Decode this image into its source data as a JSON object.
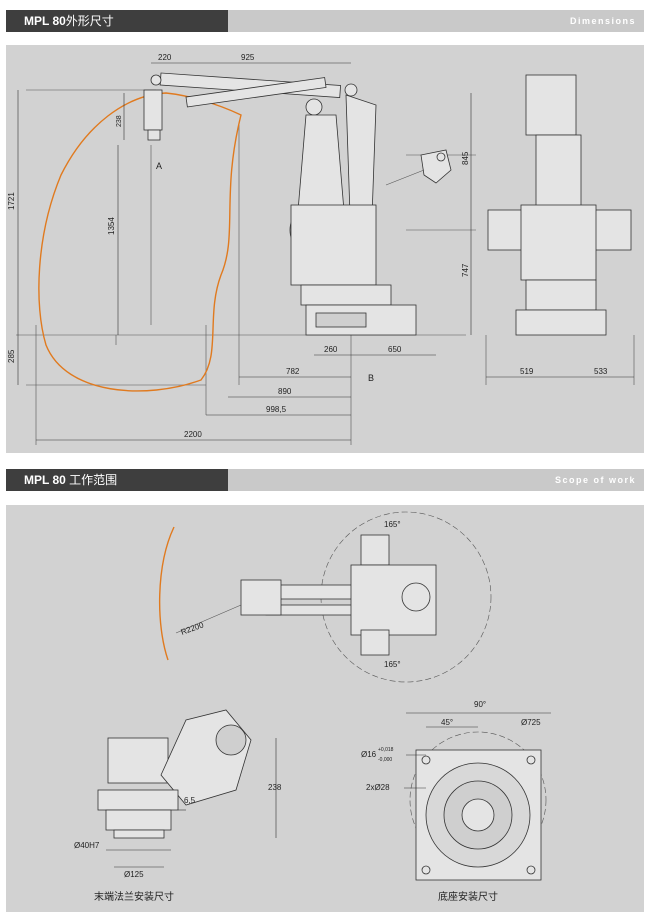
{
  "section1": {
    "title_model": "MPL 80",
    "title_cn": "外形尺寸",
    "title_en": "Dimensions"
  },
  "section2": {
    "title_model": "MPL 80",
    "title_cn": "工作范围",
    "title_en": "Scope of work"
  },
  "dimensions": {
    "d220": "220",
    "d925": "925",
    "d238": "238",
    "d1721": "1721",
    "d1354": "1354",
    "d285": "285",
    "d845": "845",
    "d747": "747",
    "d260": "260",
    "d650": "650",
    "d782": "782",
    "d890": "890",
    "d998": "998,5",
    "d2200": "2200",
    "d519": "519",
    "d533": "533",
    "labelA": "A",
    "labelB": "B"
  },
  "scope": {
    "angle_top": "165°",
    "angle_bottom": "165°",
    "radius": "R2200"
  },
  "flange": {
    "d238": "238",
    "d65": "6,5",
    "d40": "Ø40H7",
    "d125": "Ø125",
    "caption": "末端法兰安装尺寸"
  },
  "base": {
    "a90": "90°",
    "a45": "45°",
    "d725": "Ø725",
    "d16": "Ø16",
    "tol_up": "+0,018",
    "tol_dn": "-0,000",
    "d28": "2xØ28",
    "caption": "底座安装尺寸"
  },
  "colors": {
    "dark_bar": "#3e3e3e",
    "light_bar": "#c9c9c9",
    "panel": "#d2d2d2",
    "orange": "#e07a1f"
  }
}
